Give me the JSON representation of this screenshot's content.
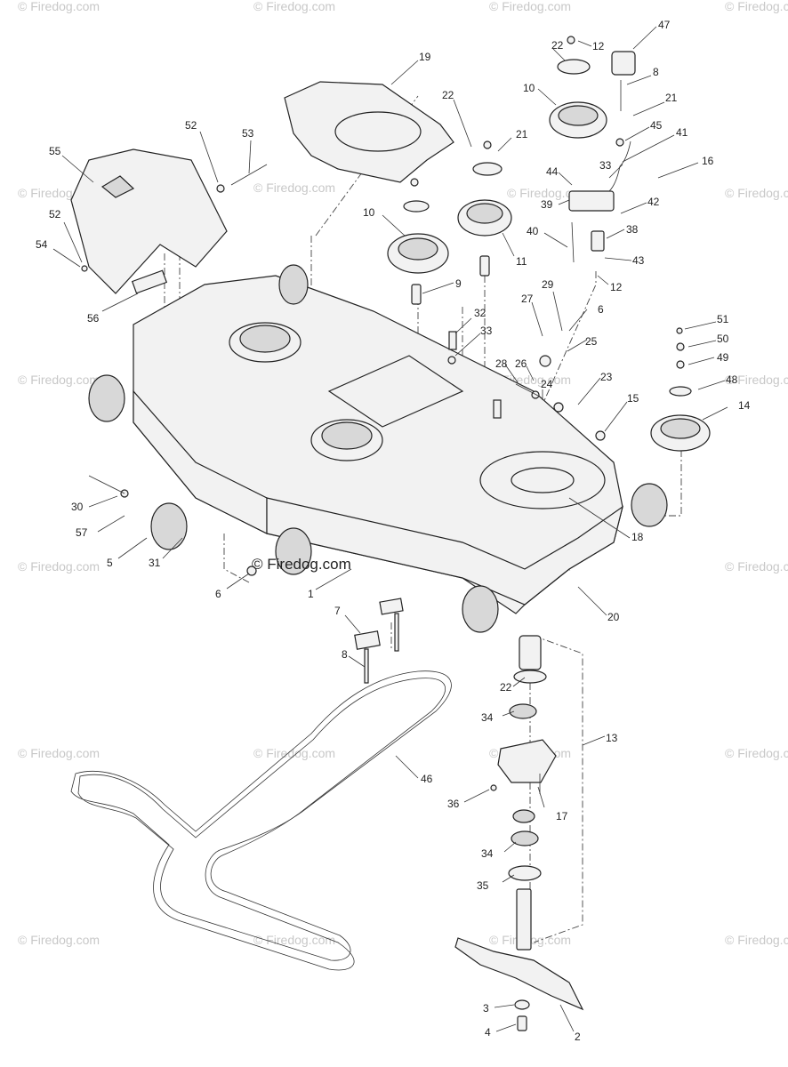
{
  "watermark_text": "© Firedog.com",
  "copyright_text": "© Firedog.com",
  "callouts": [
    {
      "label": "1"
    },
    {
      "label": "2"
    },
    {
      "label": "3"
    },
    {
      "label": "4"
    },
    {
      "label": "5"
    },
    {
      "label": "6"
    },
    {
      "label": "6"
    },
    {
      "label": "7"
    },
    {
      "label": "8"
    },
    {
      "label": "8"
    },
    {
      "label": "9"
    },
    {
      "label": "10"
    },
    {
      "label": "10"
    },
    {
      "label": "11"
    },
    {
      "label": "12"
    },
    {
      "label": "12"
    },
    {
      "label": "13"
    },
    {
      "label": "14"
    },
    {
      "label": "15"
    },
    {
      "label": "16"
    },
    {
      "label": "17"
    },
    {
      "label": "18"
    },
    {
      "label": "19"
    },
    {
      "label": "20"
    },
    {
      "label": "21"
    },
    {
      "label": "21"
    },
    {
      "label": "22"
    },
    {
      "label": "22"
    },
    {
      "label": "22"
    },
    {
      "label": "23"
    },
    {
      "label": "24"
    },
    {
      "label": "25"
    },
    {
      "label": "26"
    },
    {
      "label": "27"
    },
    {
      "label": "28"
    },
    {
      "label": "29"
    },
    {
      "label": "30"
    },
    {
      "label": "31"
    },
    {
      "label": "32"
    },
    {
      "label": "33"
    },
    {
      "label": "33"
    },
    {
      "label": "34"
    },
    {
      "label": "34"
    },
    {
      "label": "35"
    },
    {
      "label": "36"
    },
    {
      "label": "38"
    },
    {
      "label": "39"
    },
    {
      "label": "40"
    },
    {
      "label": "41"
    },
    {
      "label": "42"
    },
    {
      "label": "43"
    },
    {
      "label": "44"
    },
    {
      "label": "45"
    },
    {
      "label": "46"
    },
    {
      "label": "47"
    },
    {
      "label": "48"
    },
    {
      "label": "49"
    },
    {
      "label": "50"
    },
    {
      "label": "51"
    },
    {
      "label": "52"
    },
    {
      "label": "52"
    },
    {
      "label": "53"
    },
    {
      "label": "54"
    },
    {
      "label": "55"
    },
    {
      "label": "56"
    },
    {
      "label": "57"
    }
  ]
}
